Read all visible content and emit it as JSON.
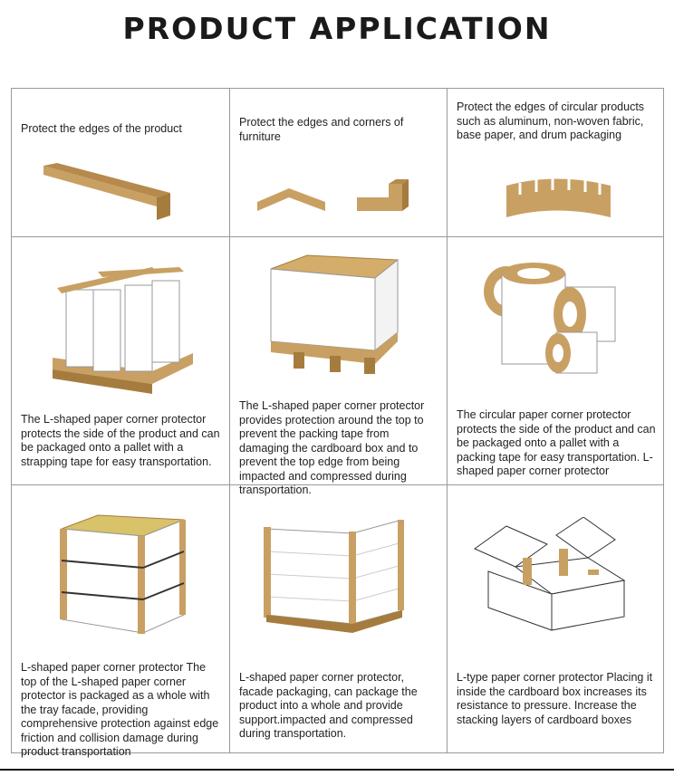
{
  "title": "PRODUCT APPLICATION",
  "cells": [
    {
      "text": "Protect the edges of the product"
    },
    {
      "text": "Protect the edges and corners of furniture"
    },
    {
      "text": "Protect the edges of circular products such as aluminum, non-woven fabric, base paper, and drum packaging"
    },
    {
      "text": " The L-shaped paper corner protector protects the side of the product and can be packaged onto a pallet with a strapping tape for easy transportation."
    },
    {
      "text": "The L-shaped paper corner protector provides protection around the top to prevent the packing tape from damaging the cardboard box and to prevent the top edge from being impacted and compressed during transportation."
    },
    {
      "text": "The circular paper corner protector protects the side of the product and can be packaged onto a pallet with a packing tape for easy transportation. L-shaped paper corner protector"
    },
    {
      "text": "L-shaped paper corner protector The top of the L-shaped paper corner protector is packaged as a whole with the tray facade, providing comprehensive protection against edge friction and collision damage during product transportation"
    },
    {
      "text": "L-shaped paper corner protector, facade packaging, can package the product into a whole and provide support.impacted and compressed during transportation."
    },
    {
      "text": "L-type paper corner protector Placing it inside the cardboard box increases its resistance to pressure. Increase the stacking layers of cardboard boxes"
    }
  ],
  "colors": {
    "kraft": "#c9a063",
    "kraft_dark": "#a67c3e"
  }
}
